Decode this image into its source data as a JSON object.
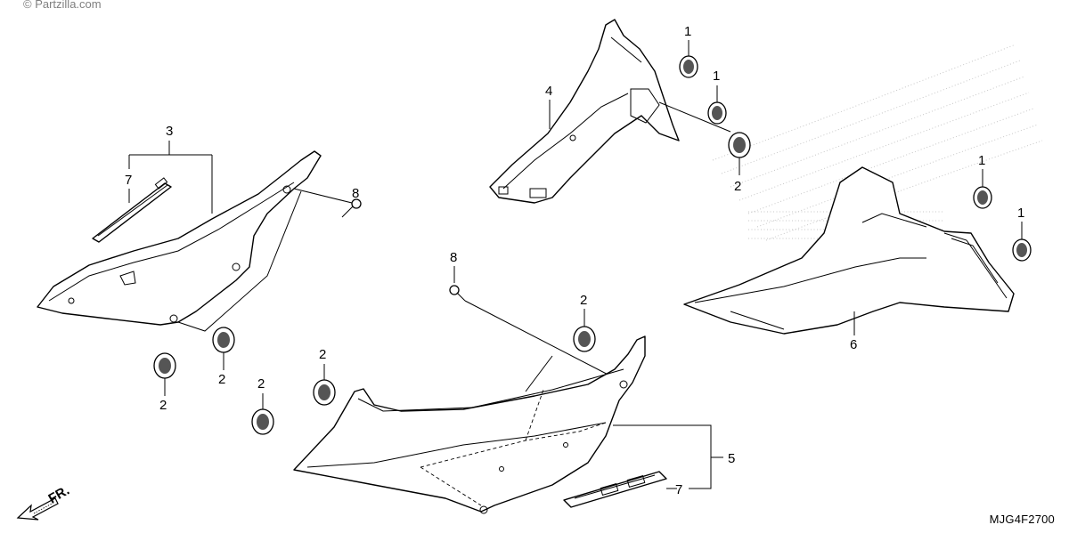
{
  "watermark": "© Partzilla.com",
  "diagram_code": "MJG4F2700",
  "front_indicator": "FR.",
  "callouts": {
    "c1a": "1",
    "c1b": "1",
    "c1c": "1",
    "c1d": "1",
    "c2a": "2",
    "c2b": "2",
    "c2c": "2",
    "c2d": "2",
    "c2e": "2",
    "c2f": "2",
    "c3": "3",
    "c4": "4",
    "c5": "5",
    "c6": "6",
    "c7a": "7",
    "c7b": "7",
    "c8a": "8",
    "c8b": "8"
  }
}
